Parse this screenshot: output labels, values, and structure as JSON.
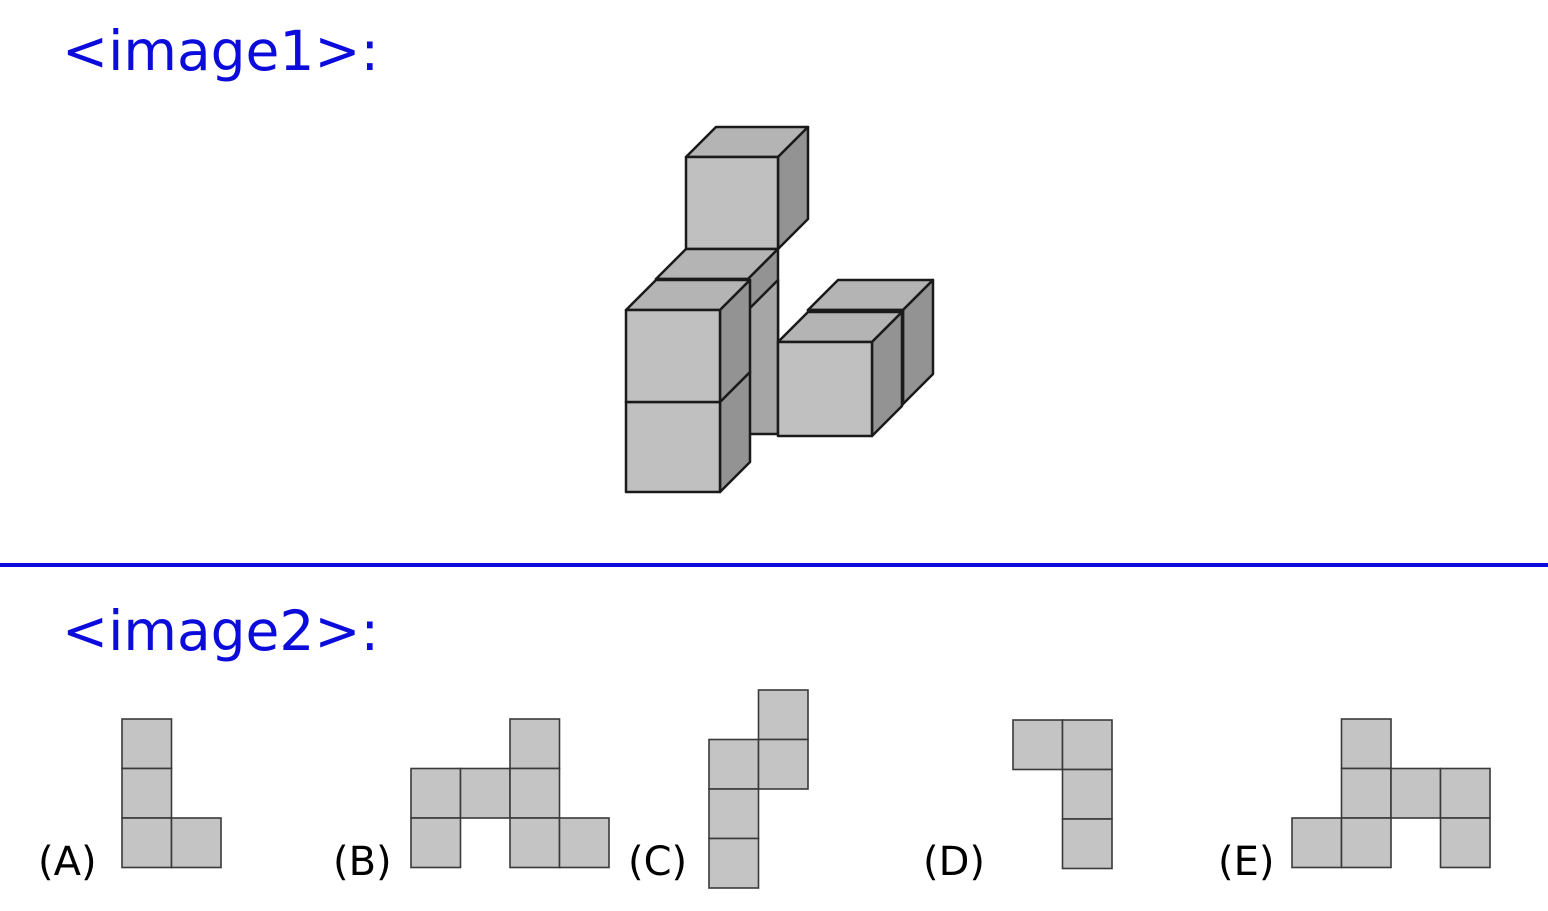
{
  "image1": {
    "label": "<image1>:"
  },
  "image2": {
    "label": "<image2>:",
    "options": [
      {
        "letter": "(A)",
        "cells": [
          [
            0,
            0
          ],
          [
            0,
            1
          ],
          [
            0,
            2
          ],
          [
            1,
            2
          ]
        ]
      },
      {
        "letter": "(B)",
        "cells": [
          [
            2,
            0
          ],
          [
            0,
            1
          ],
          [
            1,
            1
          ],
          [
            2,
            1
          ],
          [
            0,
            2
          ],
          [
            2,
            2
          ],
          [
            3,
            2
          ]
        ]
      },
      {
        "letter": "(C)",
        "cells": [
          [
            1,
            0
          ],
          [
            0,
            1
          ],
          [
            1,
            1
          ],
          [
            0,
            2
          ],
          [
            0,
            3
          ]
        ]
      },
      {
        "letter": "(D)",
        "cells": [
          [
            0,
            0
          ],
          [
            1,
            0
          ],
          [
            1,
            1
          ],
          [
            1,
            2
          ]
        ]
      },
      {
        "letter": "(E)",
        "cells": [
          [
            1,
            0
          ],
          [
            1,
            1
          ],
          [
            2,
            1
          ],
          [
            3,
            1
          ],
          [
            0,
            2
          ],
          [
            1,
            2
          ],
          [
            3,
            2
          ]
        ]
      }
    ]
  },
  "colors": {
    "label": "#0b0bdc",
    "divider": "#0b0bdc",
    "cube_front": "#c0c0c0",
    "cube_top": "#b4b4b4",
    "cube_side": "#939393",
    "cube_recess": "#a6a6a6",
    "outline": "#1a1a1a",
    "cell_fill": "#c4c4c4",
    "cell_stroke": "#3a3a3a"
  }
}
